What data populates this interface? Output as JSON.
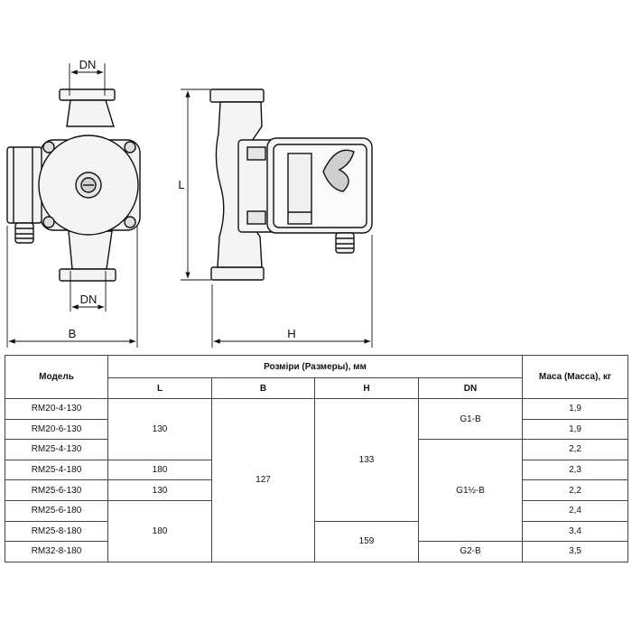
{
  "drawing": {
    "dim_dn_top": "DN",
    "dim_dn_bottom": "DN",
    "dim_b": "B",
    "dim_l": "L",
    "dim_h": "H"
  },
  "table": {
    "header_model": "Модель",
    "header_dimensions": "Розміри (Размеры), мм",
    "header_mass": "Маса (Масса), кг",
    "col_l": "L",
    "col_b": "B",
    "col_h": "H",
    "col_dn": "DN",
    "models": [
      "RM20-4-130",
      "RM20-6-130",
      "RM25-4-130",
      "RM25-4-180",
      "RM25-6-130",
      "RM25-6-180",
      "RM25-8-180",
      "RM32-8-180"
    ],
    "masses": [
      "1,9",
      "1,9",
      "2,2",
      "2,3",
      "2,2",
      "2,4",
      "3,4",
      "3,5"
    ],
    "l_values": [
      "130",
      "180",
      "130",
      "180"
    ],
    "b_value": "127",
    "h_values": [
      "133",
      "159"
    ],
    "dn_values": [
      "G1-B",
      "G1½-B",
      "G2-B"
    ]
  }
}
